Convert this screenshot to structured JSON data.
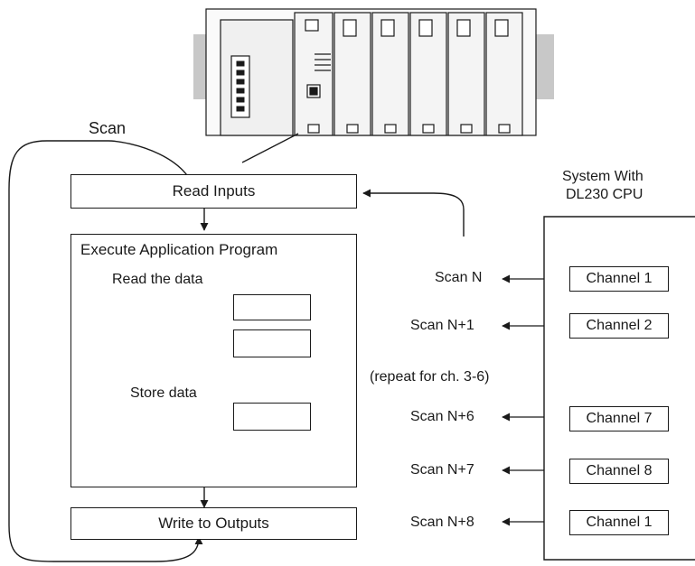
{
  "scan_label": "Scan",
  "flow": {
    "read_inputs": "Read Inputs",
    "execute_program": "Execute Application Program",
    "read_the_data": "Read the data",
    "store_data": "Store data",
    "write_outputs": "Write to Outputs"
  },
  "system_title_line1": "System With",
  "system_title_line2": "DL230 CPU",
  "scans": [
    {
      "scan": "Scan N",
      "channel": "Channel 1"
    },
    {
      "scan": "Scan N+1",
      "channel": "Channel 2"
    },
    {
      "scan": "Scan N+6",
      "channel": "Channel 7"
    },
    {
      "scan": "Scan N+7",
      "channel": "Channel 8"
    },
    {
      "scan": "Scan N+8",
      "channel": "Channel 1"
    }
  ],
  "repeat_note": "(repeat for ch. 3-6)",
  "colors": {
    "line": "#1a1a1a",
    "module_fill": "#f2f2f2",
    "side_gray": "#c8c8c8"
  }
}
